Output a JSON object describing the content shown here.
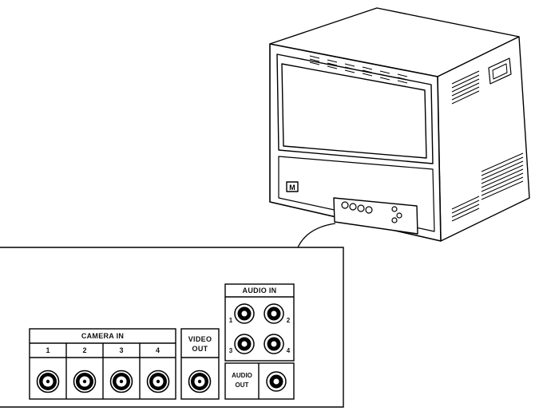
{
  "panel": {
    "camera_in": {
      "title": "CAMERA IN",
      "inputs": [
        "1",
        "2",
        "3",
        "4"
      ]
    },
    "video_out": {
      "title": "VIDEO\nOUT"
    },
    "audio_in": {
      "title": "AUDIO IN",
      "channels": [
        "1",
        "2",
        "3",
        "4"
      ]
    },
    "audio_out": {
      "title": "AUDIO\nOUT"
    }
  },
  "monitor": {
    "front_logo_icon": "logo-icon"
  }
}
